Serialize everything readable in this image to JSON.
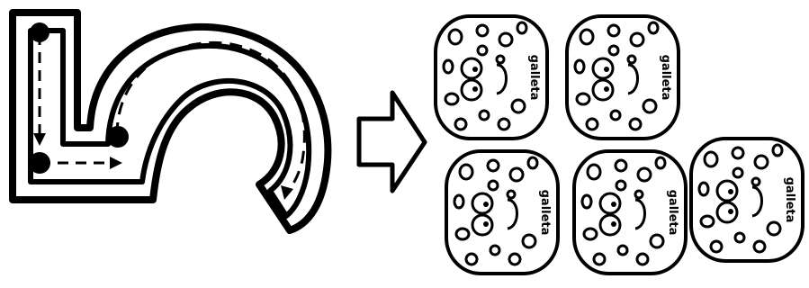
{
  "diagram": {
    "direction_arrow": "right-pointing outline arrow",
    "path_figure": {
      "description_icon": "dashed-route-path",
      "dots": 3
    },
    "cookies": [
      {
        "label": "galleta"
      },
      {
        "label": "galleta"
      },
      {
        "label": "galleta"
      },
      {
        "label": "galleta"
      },
      {
        "label": "galleta"
      }
    ]
  },
  "colors": {
    "ink": "#000000",
    "paper": "#ffffff"
  }
}
